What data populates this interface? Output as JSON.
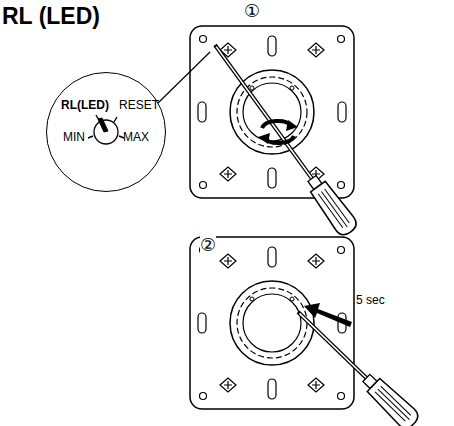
{
  "diagram": {
    "title": "RL (LED)",
    "nodes": [
      {
        "text": [
          "RL(LED)",
          "RESET",
          "MIN",
          "MAX"
        ]
      }
    ],
    "labels": [
      "①",
      "②",
      "5 sec"
    ]
  }
}
